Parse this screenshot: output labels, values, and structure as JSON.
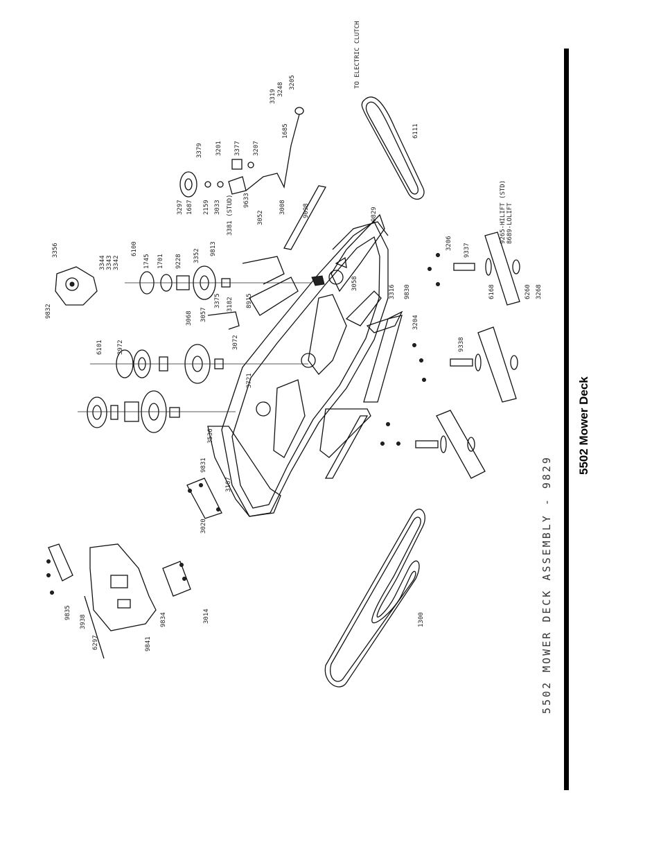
{
  "sheet_title": "5502 Mower Deck",
  "assembly_title": "5502 MOWER DECK ASSEMBLY - 9829",
  "note_clutch": "TO ELECTRIC CLUTCH",
  "note_lift": [
    "9265-HILIFT (STD)",
    "8689-LOLIFT"
  ],
  "part_labels": [
    "3356",
    "9832",
    "3344",
    "3343",
    "3342",
    "6100",
    "1745",
    "1701",
    "9228",
    "3352",
    "9813",
    "3068",
    "3057",
    "3375",
    "3182",
    "8915",
    "3072",
    "3721",
    "3536",
    "6101",
    "3972",
    "3297",
    "1687",
    "2159",
    "3033",
    "3381 (STUD)",
    "9633",
    "3052",
    "3008",
    "9098",
    "3379",
    "3201",
    "3377",
    "3207",
    "1685",
    "3319",
    "3248",
    "3205",
    "6111",
    "9829",
    "3206",
    "3058",
    "3316",
    "9830",
    "3204",
    "9338",
    "9337",
    "6168",
    "6260",
    "3268",
    "9831",
    "3167",
    "3020",
    "9835",
    "3938",
    "6297",
    "9841",
    "9834",
    "3014",
    "1300"
  ]
}
